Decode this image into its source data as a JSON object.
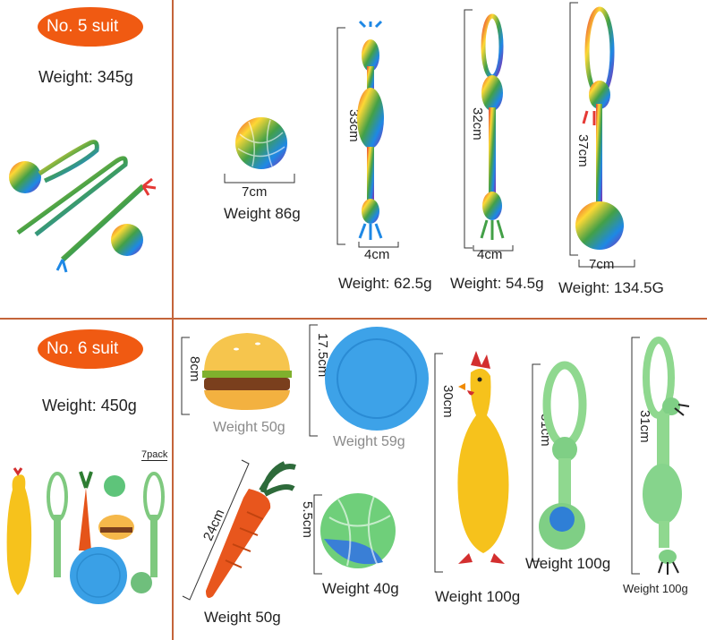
{
  "colors": {
    "accent": "#f05a12",
    "divider": "#c4643a"
  },
  "suit5": {
    "badge": "No. 5 suit",
    "weight": "Weight: 345g",
    "ball": {
      "dim": "7cm",
      "weight": "Weight 86g"
    },
    "knot_rope": {
      "length": "33cm",
      "width": "4cm",
      "weight": "Weight: 62.5g"
    },
    "loop_rope": {
      "length": "32cm",
      "width": "4cm",
      "weight": "Weight: 54.5g"
    },
    "ball_rope": {
      "length": "37cm",
      "width": "7cm",
      "weight": "Weight: 134.5G"
    }
  },
  "suit6": {
    "badge": "No. 6 suit",
    "weight": "Weight: 450g",
    "pack": "7pack",
    "burger": {
      "dim": "8cm",
      "weight": "Weight 50g"
    },
    "frisbee": {
      "dim": "17.5cm",
      "weight": "Weight 59g"
    },
    "chicken": {
      "dim": "30cm",
      "weight": "Weight 100g"
    },
    "rope_ball_toy": {
      "dim": "31cm",
      "weight": "Weight 100g"
    },
    "green_rope": {
      "dim": "31cm",
      "weight": "Weight 100g"
    },
    "carrot": {
      "dim": "24cm",
      "weight": "Weight 50g"
    },
    "green_ball": {
      "dim": "5.5cm",
      "weight": "Weight 40g"
    }
  }
}
